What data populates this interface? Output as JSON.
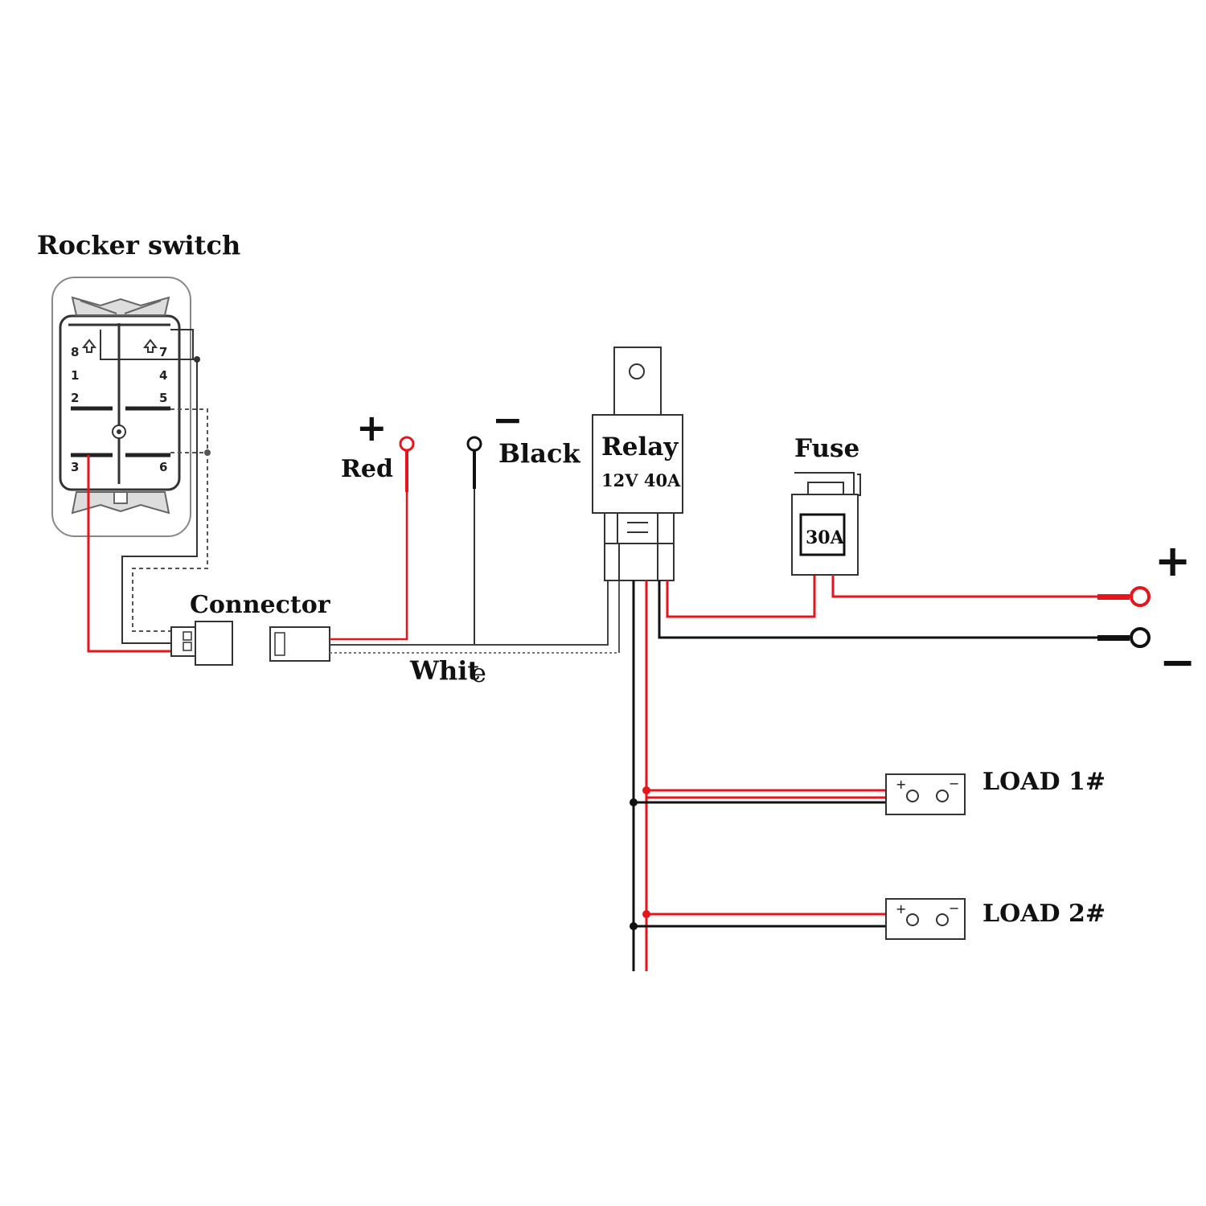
{
  "labels": {
    "rocker_switch": "Rocker switch",
    "connector": "Connector",
    "red": "Red",
    "black": "Black",
    "white_main": "Whit",
    "white_tail": "e",
    "relay": "Relay",
    "relay_rating": "12V  40A",
    "fuse": "Fuse",
    "fuse_rating": "30A",
    "load1": "LOAD 1#",
    "load2": "LOAD 2#"
  },
  "signs": {
    "red_plus": "+",
    "black_minus": "−",
    "battery_plus": "+",
    "battery_minus": "−",
    "load_plus": "+",
    "load_minus": "−"
  },
  "switch_pins": {
    "p8": "8",
    "p7": "7",
    "p1": "1",
    "p4": "4",
    "p2": "2",
    "p5": "5",
    "p3": "3",
    "p6": "6"
  },
  "colors": {
    "red_wire": "#e8141b",
    "black_wire": "#111111",
    "outline": "#555555",
    "dashed_wire": "#555555"
  }
}
